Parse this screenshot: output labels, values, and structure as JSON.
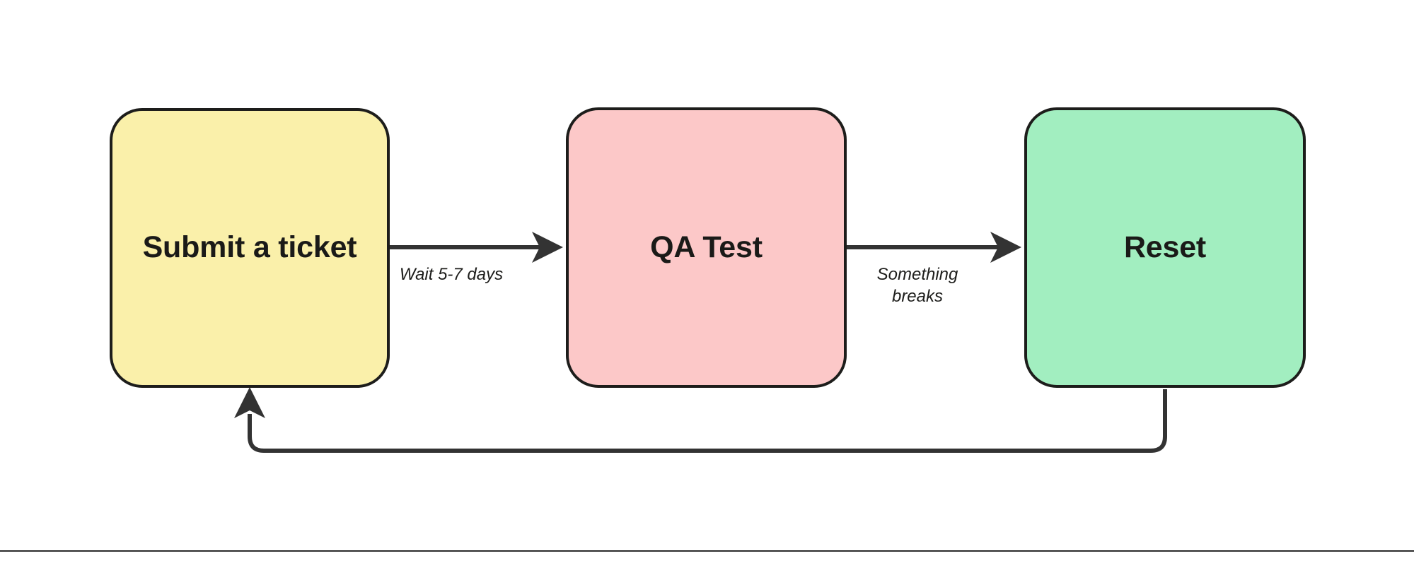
{
  "diagram": {
    "type": "flowchart",
    "orientation": "left-to-right",
    "background_color": "#ffffff",
    "nodes": [
      {
        "id": "submit",
        "label": "Submit a ticket",
        "fill": "#faf0aa",
        "stroke": "#1d1d1b",
        "shape": "rounded-rectangle"
      },
      {
        "id": "qa",
        "label": "QA Test",
        "fill": "#fcc8c8",
        "stroke": "#1d1d1b",
        "shape": "rounded-rectangle"
      },
      {
        "id": "reset",
        "label": "Reset",
        "fill": "#a2eec0",
        "stroke": "#1d1d1b",
        "shape": "rounded-rectangle"
      }
    ],
    "edges": [
      {
        "id": "edge-submit-qa",
        "from": "submit",
        "to": "qa",
        "label": "Wait 5-7 days",
        "style": "solid",
        "arrowhead": "filled",
        "color": "#333333"
      },
      {
        "id": "edge-qa-reset",
        "from": "qa",
        "to": "reset",
        "label": "Something\nbreaks",
        "style": "solid",
        "arrowhead": "filled",
        "color": "#333333"
      },
      {
        "id": "edge-reset-submit",
        "from": "reset",
        "to": "submit",
        "label": "",
        "style": "solid",
        "arrowhead": "filled",
        "color": "#333333",
        "routing": "loop-bottom"
      }
    ]
  }
}
